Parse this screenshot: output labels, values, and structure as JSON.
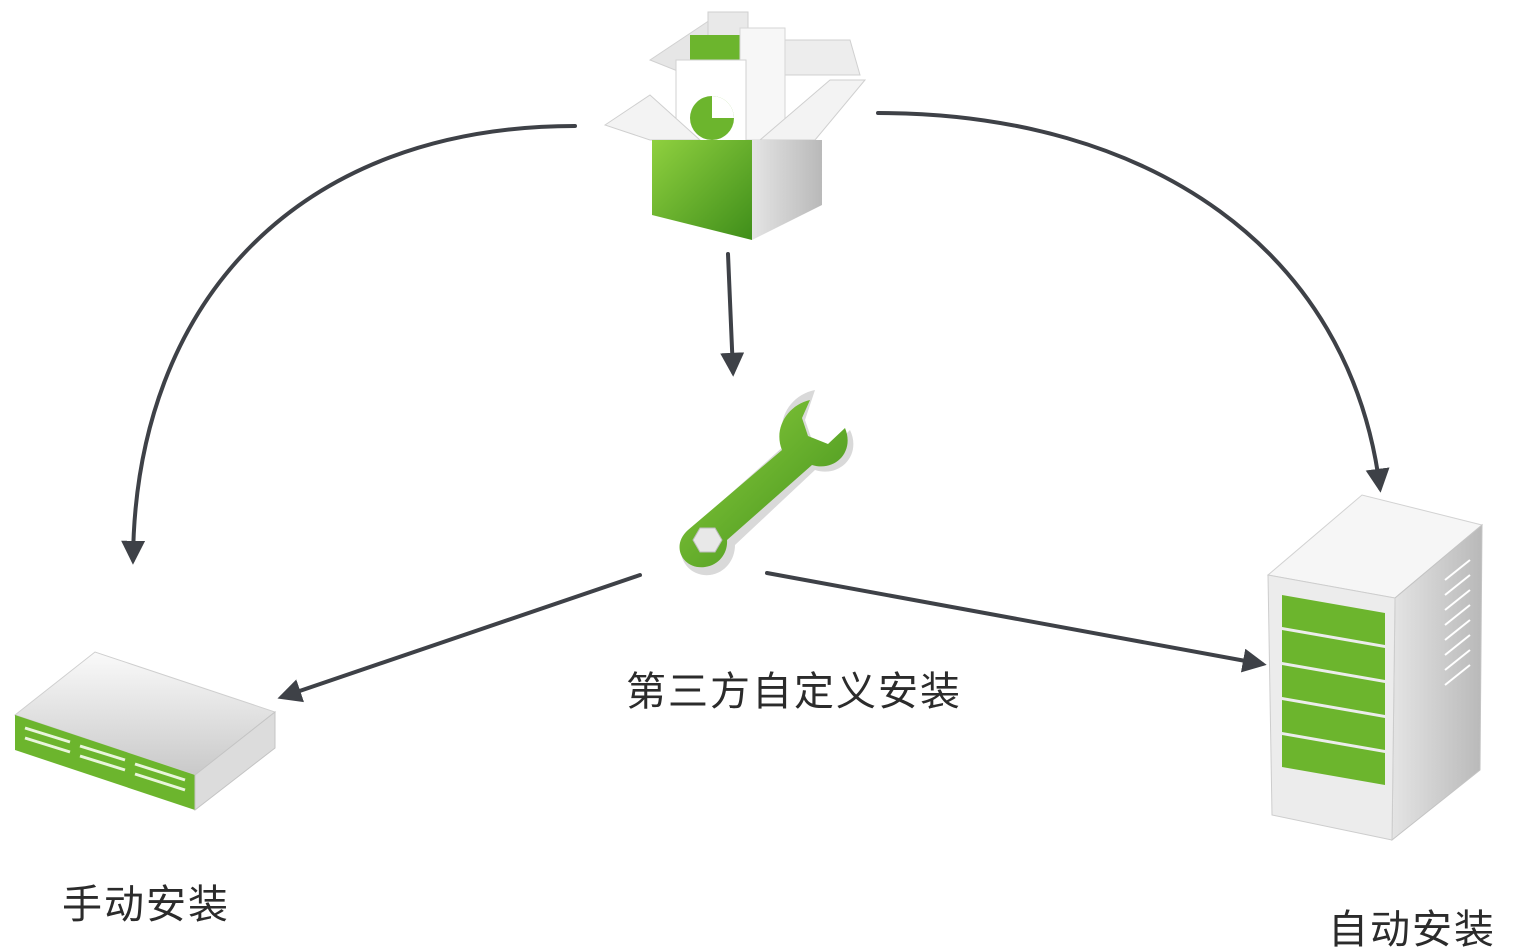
{
  "diagram": {
    "labels": {
      "manual_install": "手动安装",
      "custom_install": "第三方自定义安装",
      "auto_install": "自动安装"
    },
    "icons": {
      "package": "package-box-icon",
      "wrench": "wrench-icon",
      "switch": "network-appliance-icon",
      "server": "server-rack-icon"
    },
    "colors": {
      "accent_green": "#6cb52d",
      "dark_green": "#3f8e1a",
      "arrow": "#3e4147",
      "label_text": "#2b2b2b"
    }
  }
}
